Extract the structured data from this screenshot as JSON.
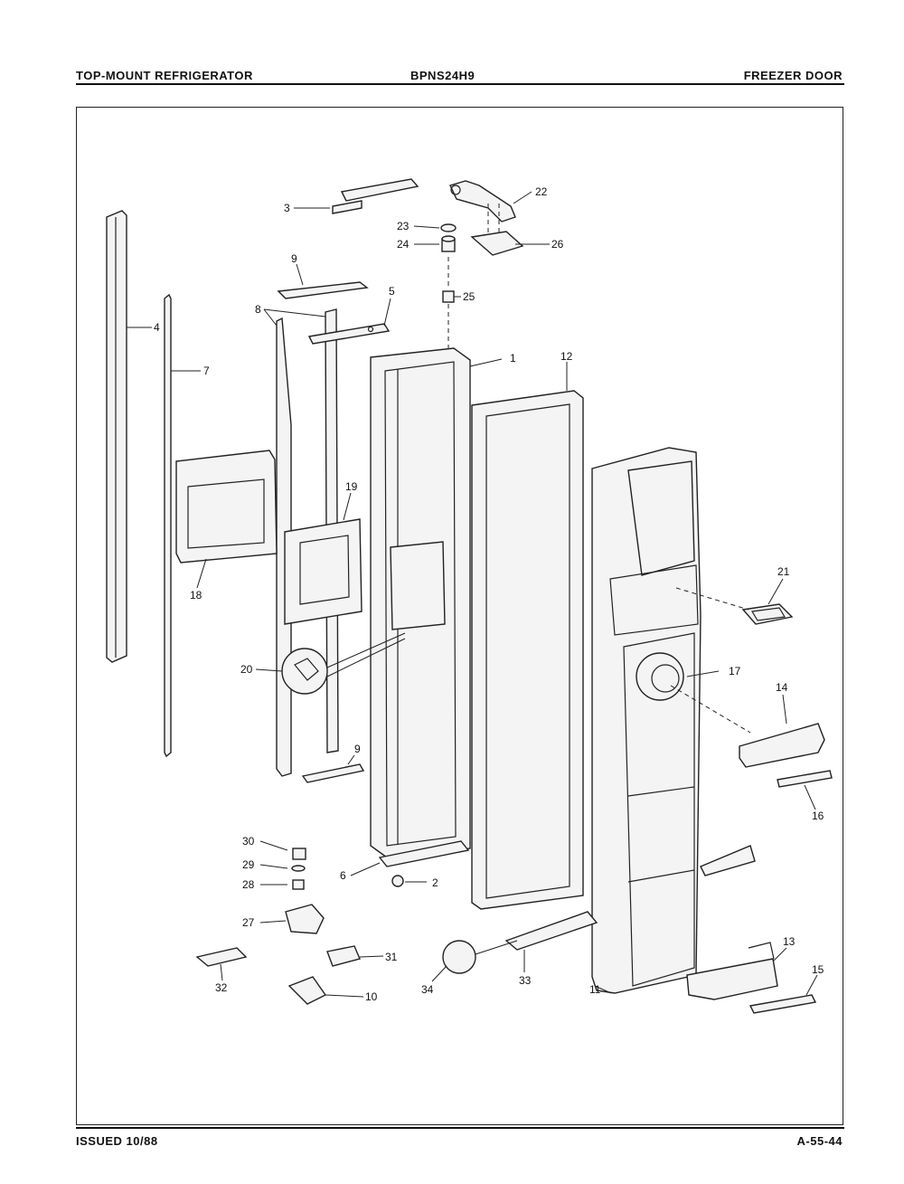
{
  "header": {
    "left": "TOP-MOUNT REFRIGERATOR",
    "model": "BPNS24H9",
    "right": "FREEZER DOOR"
  },
  "footer": {
    "issued": "ISSUED 10/88",
    "page": "A-55-44"
  },
  "part_numbers": [
    "1",
    "2",
    "3",
    "4",
    "5",
    "6",
    "7",
    "8",
    "9",
    "9",
    "10",
    "11",
    "12",
    "13",
    "14",
    "15",
    "16",
    "17",
    "18",
    "19",
    "20",
    "21",
    "22",
    "23",
    "24",
    "25",
    "26",
    "27",
    "28",
    "29",
    "30",
    "31",
    "32",
    "33",
    "34"
  ]
}
